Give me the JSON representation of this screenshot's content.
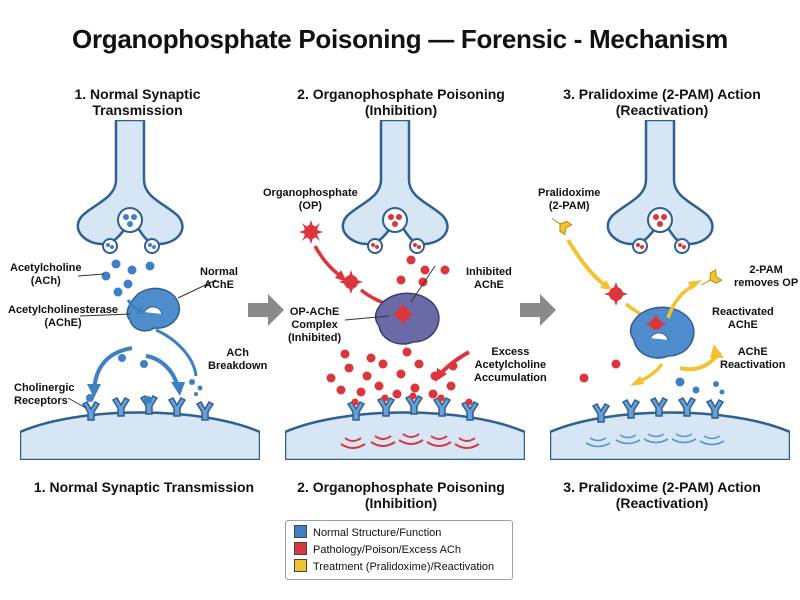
{
  "title": "Organophosphate Poisoning — Forensic - Mechanism",
  "panels": [
    {
      "top_title": "1. Normal Synaptic\nTransmission",
      "bottom_title": "1. Normal Synaptic Transmission",
      "labels": {
        "ach": "Acetylcholine\n(ACh)",
        "normal_ache": "Normal\nAChE",
        "ache": "Acetylcholinesterase\n(AChE)",
        "breakdown": "ACh\nBreakdown",
        "receptors": "Cholinergic\nReceptors"
      }
    },
    {
      "top_title": "2. Organophosphate Poisoning\n(Inhibition)",
      "bottom_title": "2. Organophosphate Poisoning\n(Inhibition)",
      "labels": {
        "op": "Organophosphate\n(OP)",
        "inhibited": "Inhibited\nAChE",
        "complex": "OP-AChE\nComplex\n(Inhibited)",
        "excess": "Excess\nAcetylcholine\nAccumulation"
      }
    },
    {
      "top_title": "3. Pralidoxime (2-PAM) Action\n(Reactivation)",
      "bottom_title": "3. Pralidoxime (2-PAM) Action\n(Reactivation)",
      "labels": {
        "pam": "Pralidoxime\n(2-PAM)",
        "removes": "2-PAM\nremoves OP",
        "reactivated": "Reactivated\nAChE",
        "reactivation": "AChE\nReactivation"
      }
    }
  ],
  "legend": [
    {
      "label": "Normal Structure/Function",
      "color": "#3f7fc4"
    },
    {
      "label": "Pathology/Poison/Excess ACh",
      "color": "#d9363e"
    },
    {
      "label": "Treatment (Pralidoxime)/Reactivation",
      "color": "#f2c230"
    }
  ],
  "colors": {
    "neuron_fill": "#d6e6f5",
    "neuron_stroke": "#2f5f93",
    "ach_blue": "#3f7fc4",
    "ach_red": "#d9363e",
    "ache_blue": "#4f8ccc",
    "ache_purple": "#6a6aa6",
    "treatment": "#f2c230",
    "arrow_gray": "#8a8a8a"
  }
}
